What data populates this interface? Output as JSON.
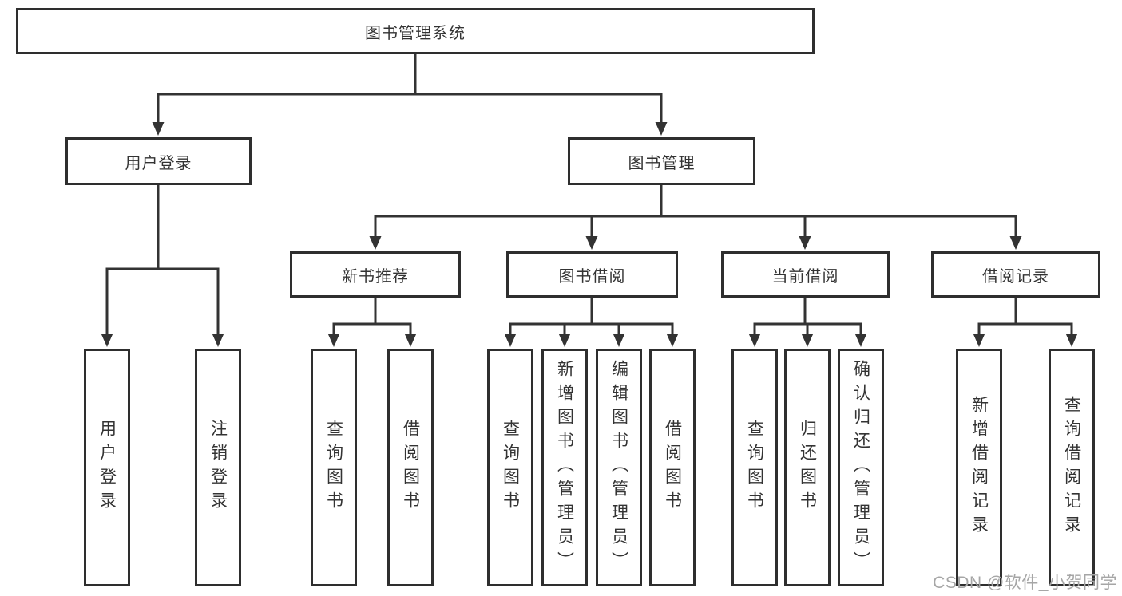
{
  "diagram": {
    "tree": {
      "label": "图书管理系统",
      "children": [
        {
          "label": "用户登录",
          "children": [
            {
              "label": "用户登录"
            },
            {
              "label": "注销登录"
            }
          ]
        },
        {
          "label": "图书管理",
          "children": [
            {
              "label": "新书推荐",
              "children": [
                {
                  "label": "查询图书"
                },
                {
                  "label": "借阅图书"
                }
              ]
            },
            {
              "label": "图书借阅",
              "children": [
                {
                  "label": "查询图书"
                },
                {
                  "label": "新增图书（管理员）"
                },
                {
                  "label": "编辑图书（管理员）"
                },
                {
                  "label": "借阅图书"
                }
              ]
            },
            {
              "label": "当前借阅",
              "children": [
                {
                  "label": "查询图书"
                },
                {
                  "label": "归还图书"
                },
                {
                  "label": "确认归还（管理员）"
                }
              ]
            },
            {
              "label": "借阅记录",
              "children": [
                {
                  "label": "新增借阅记录"
                },
                {
                  "label": "查询借阅记录"
                }
              ]
            }
          ]
        }
      ]
    },
    "colors": {
      "line": "#333333",
      "box_border": "#2e2e2e",
      "text": "#333333",
      "background": "#ffffff",
      "watermark": "#a6a6a6"
    }
  },
  "watermark": {
    "text": "CSDN @软件_小贺同学"
  }
}
